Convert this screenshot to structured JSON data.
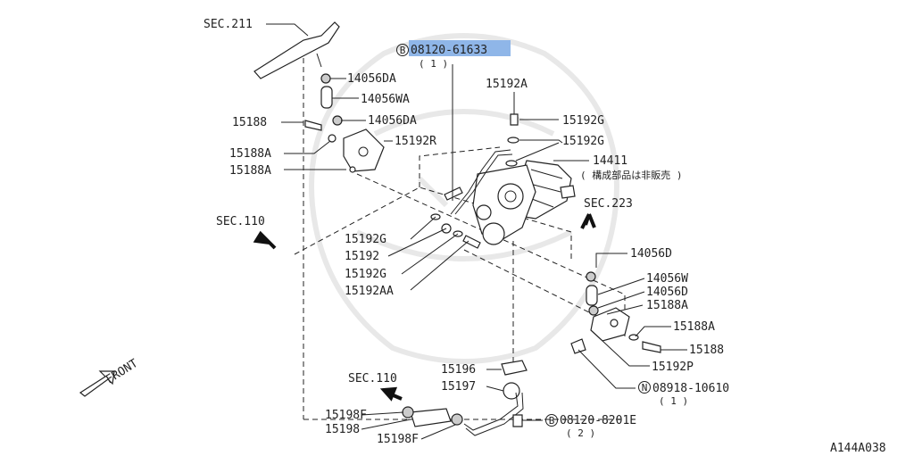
{
  "diagram": {
    "watermark_icon": "samurai-helmet-icon",
    "highlight_color": "#8fb6e8",
    "ref_code": "A144A038",
    "labels": {
      "sec211": "SEC.211",
      "p08120_61633": "08120-61633",
      "p08120_61633_qty": "( 1 )",
      "p14056DA_a": "14056DA",
      "p14056WA": "14056WA",
      "p15188_left": "15188",
      "p14056DA_b": "14056DA",
      "p15188A_a": "15188A",
      "p15192R": "15192R",
      "p15188A_b": "15188A",
      "p15192A": "15192A",
      "p15192G_a": "15192G",
      "p15192G_b": "15192G",
      "p14411": "14411",
      "p14411_note": "( 構成部品は非販売 )",
      "sec223": "SEC.223",
      "sec110_a": "SEC.110",
      "p15192G_c": "15192G",
      "p15192": "15192",
      "p15192G_d": "15192G",
      "p15192AA": "15192AA",
      "p14056D_a": "14056D",
      "p14056W": "14056W",
      "p14056D_b": "14056D",
      "p15188A_c": "15188A",
      "p15188A_d": "15188A",
      "p15188_right": "15188",
      "p15192P": "15192P",
      "p08918_10610": "08918-10610",
      "p08918_10610_qty": "( 1 )",
      "front": "FRONT",
      "sec110_b": "SEC.110",
      "p15196": "15196",
      "p15197": "15197",
      "p15198F_a": "15198F",
      "p15198": "15198",
      "p15198F_b": "15198F",
      "p08120_8201E": "08120-8201E",
      "p08120_8201E_qty": "( 2 )",
      "badge_b": "B",
      "badge_n": "N"
    }
  }
}
